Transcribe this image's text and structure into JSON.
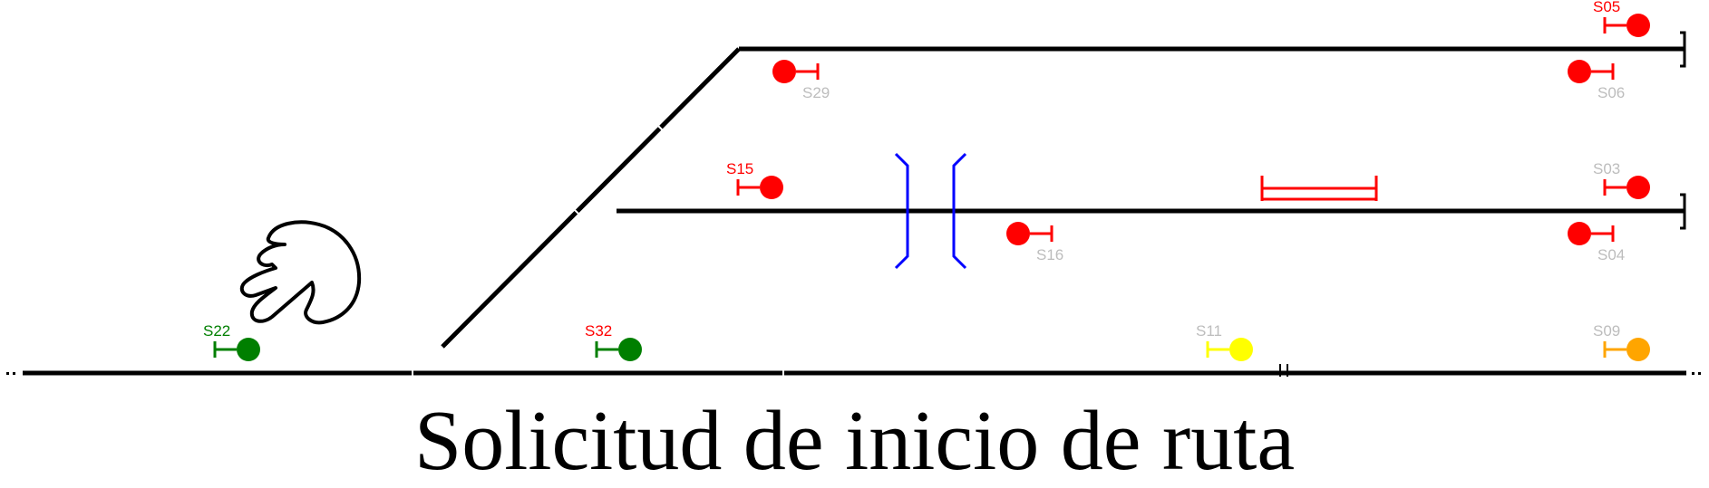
{
  "colors": {
    "track": "#000000",
    "red": "#ff0000",
    "green": "#007f00",
    "yellow": "#ffff00",
    "orange": "#ffa500",
    "grey_label": "#bdbdbd",
    "blue": "#0000ff"
  },
  "signals": [
    {
      "id": "S05",
      "label": "S05",
      "aspect": "red",
      "label_color": "red"
    },
    {
      "id": "S06",
      "label": "S06",
      "aspect": "red",
      "label_color": "grey_label"
    },
    {
      "id": "S29",
      "label": "S29",
      "aspect": "red",
      "label_color": "grey_label"
    },
    {
      "id": "S15",
      "label": "S15",
      "aspect": "red",
      "label_color": "red"
    },
    {
      "id": "S16",
      "label": "S16",
      "aspect": "red",
      "label_color": "grey_label"
    },
    {
      "id": "S03",
      "label": "S03",
      "aspect": "red",
      "label_color": "grey_label"
    },
    {
      "id": "S04",
      "label": "S04",
      "aspect": "red",
      "label_color": "grey_label"
    },
    {
      "id": "S22",
      "label": "S22",
      "aspect": "green",
      "label_color": "green"
    },
    {
      "id": "S32",
      "label": "S32",
      "aspect": "green",
      "label_color": "red"
    },
    {
      "id": "S11",
      "label": "S11",
      "aspect": "yellow",
      "label_color": "grey_label"
    },
    {
      "id": "S09",
      "label": "S09",
      "aspect": "orange",
      "label_color": "grey_label"
    }
  ],
  "icons": {
    "pointer": "pointing-hand-icon"
  },
  "caption": "Solicitud de inicio de ruta"
}
